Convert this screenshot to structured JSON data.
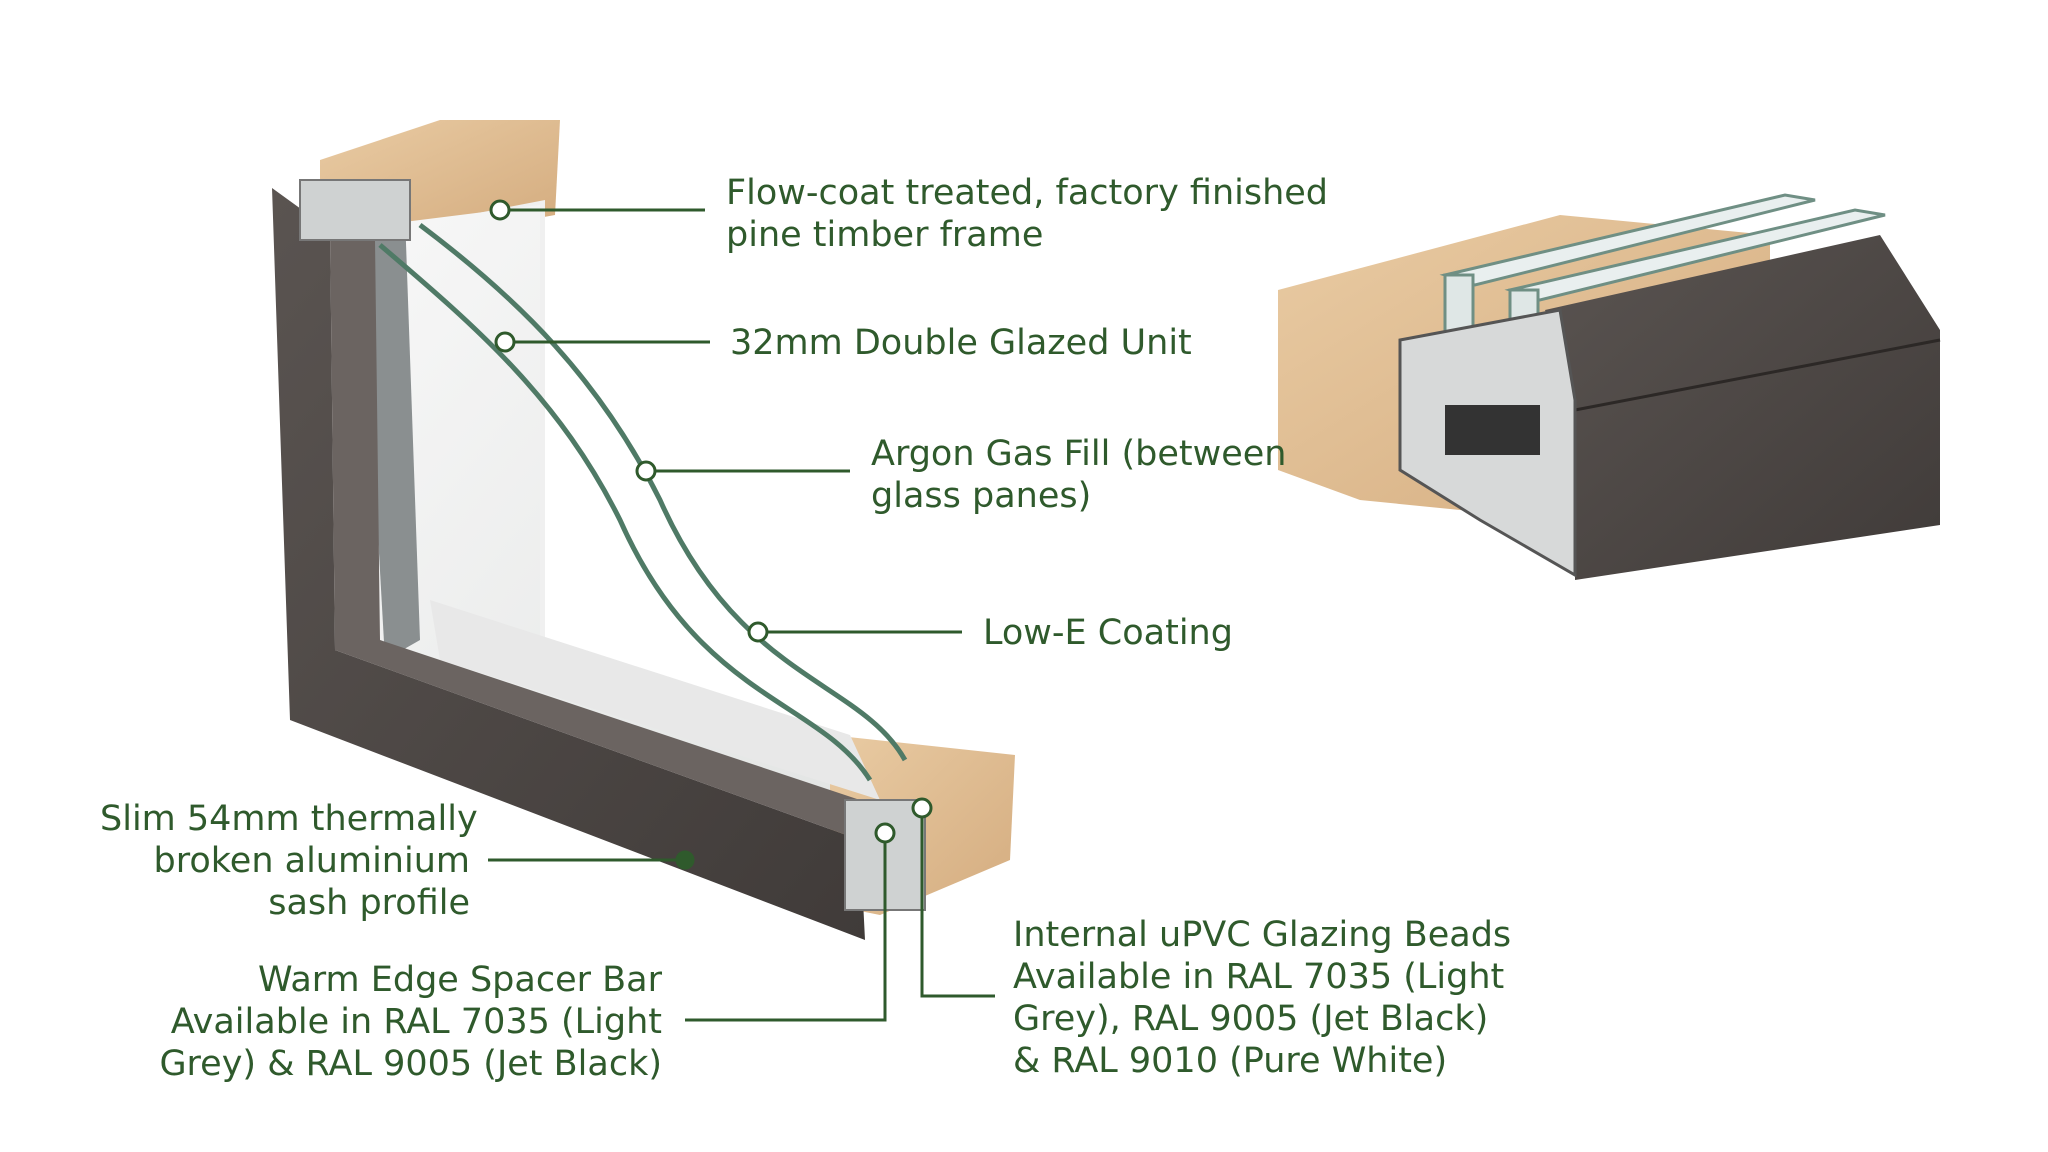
{
  "colors": {
    "annotation": "#2f5a2c",
    "aluminium": "#4a4542",
    "timber": "#dcb98f",
    "glass_edge": "#6f8f84"
  },
  "callouts": {
    "timber_frame": [
      "Flow-coat treated, factory finished",
      "pine timber frame"
    ],
    "glazed_unit": [
      "32mm Double Glazed Unit"
    ],
    "argon": [
      "Argon Gas Fill (between",
      "glass panes)"
    ],
    "lowe": [
      "Low-E Coating"
    ],
    "sash": [
      "Slim 54mm thermally",
      "broken aluminium",
      "sash profile"
    ],
    "spacer": [
      "Warm Edge Spacer Bar",
      "Available in RAL 7035 (Light",
      "Grey) & RAL 9005 (Jet Black)"
    ],
    "beads": [
      "Internal uPVC Glazing Beads",
      "Available in RAL 7035 (Light",
      "Grey), RAL 9005 (Jet Black)",
      "& RAL 9010 (Pure White)"
    ]
  }
}
